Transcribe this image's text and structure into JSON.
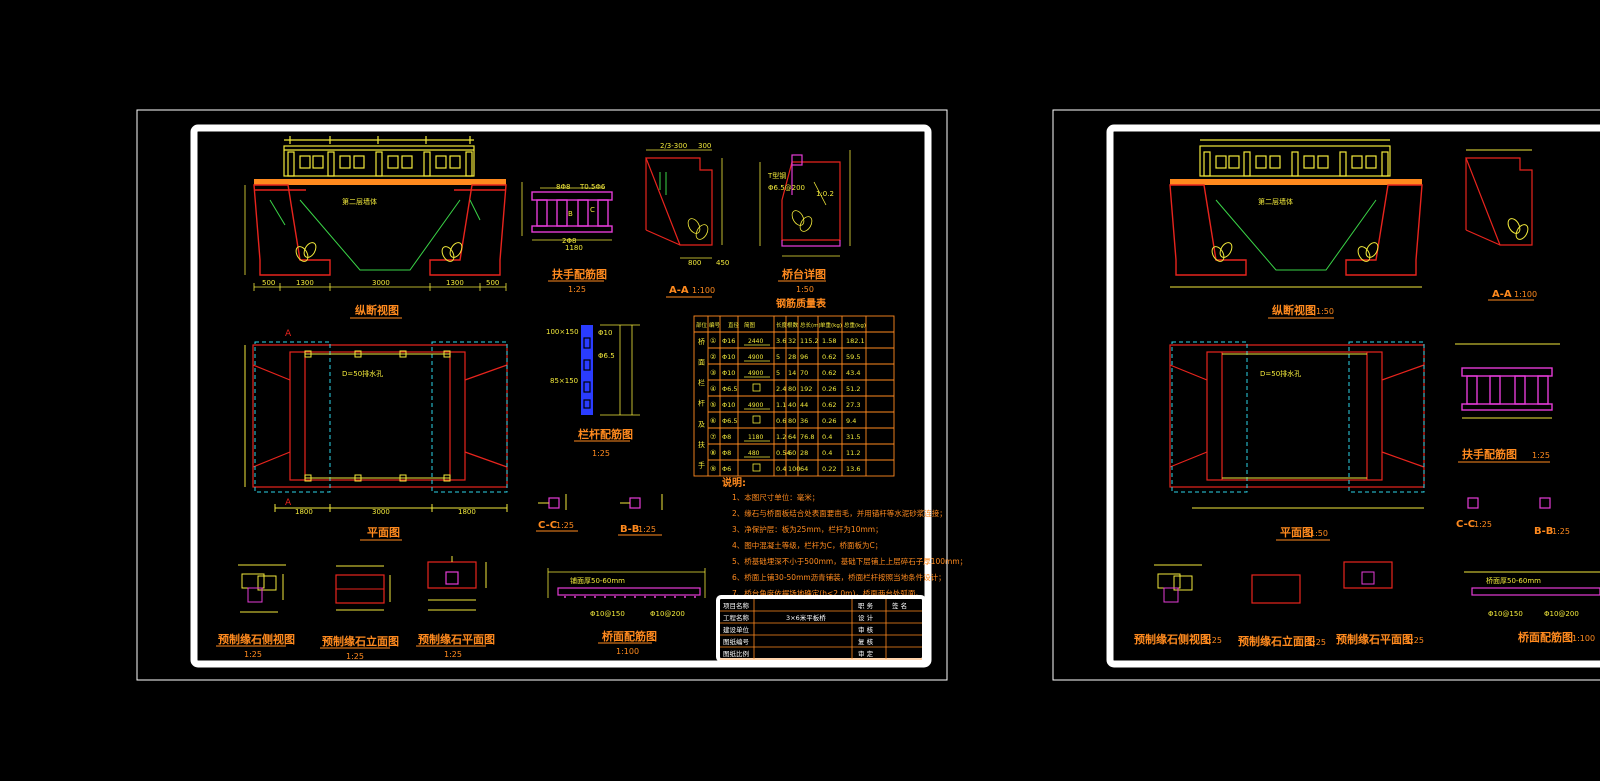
{
  "colors": {
    "bg": "#000000",
    "frame": "#ffffff",
    "red": "#e8241d",
    "yellow": "#f2e93b",
    "orange": "#ff8a1e",
    "green": "#3ad447",
    "cyan": "#2bd4e8",
    "magenta": "#e43bd6",
    "blue": "#2a3cff"
  },
  "sheet1": {
    "views": {
      "longitudinal": {
        "title": "纵断视图",
        "note": "第二层墙体",
        "dims": [
          "500",
          "1300",
          "3000",
          "1300",
          "500"
        ]
      },
      "plan": {
        "title": "平面图",
        "mark": "A",
        "note": "D=50排水孔",
        "dims": [
          "1800",
          "3000",
          "1800"
        ]
      },
      "handrail": {
        "title": "扶手配筋图",
        "scale": "1:25",
        "labels": [
          "8Φ8",
          "T0.5Φ6",
          "2Φ8",
          "B",
          "C",
          "1180"
        ]
      },
      "aa": {
        "title": "A-A",
        "scale": "1:100",
        "dims": [
          "2/3-300",
          "300",
          "800",
          "450"
        ]
      },
      "abutment": {
        "title": "桥台详图",
        "scale": "1:50",
        "labels": [
          "T型钢",
          "Φ6.5@200",
          "1:0.2"
        ]
      },
      "rail": {
        "title": "栏杆配筋图",
        "scale": "1:25",
        "labels": [
          "100×150",
          "Φ10",
          "Φ6.5",
          "85×150"
        ]
      },
      "cc": {
        "title": "C-C",
        "scale": "1:25"
      },
      "bb": {
        "title": "B-B",
        "scale": "1:25"
      },
      "deck": {
        "title": "桥面配筋图",
        "scale": "1:100",
        "labels": [
          "铺面厚50-60mm",
          "Φ10@150",
          "Φ10@200"
        ]
      },
      "curb_side": {
        "title": "预制缘石侧视图",
        "scale": "1:25"
      },
      "curb_elev": {
        "title": "预制缘石立面图",
        "scale": "1:25"
      },
      "curb_plan": {
        "title": "预制缘石平面图",
        "scale": "1:25"
      }
    },
    "rebar_table": {
      "title": "钢筋质量表",
      "headers": [
        "部位",
        "编号",
        "直径",
        "简图",
        "长度",
        "根数",
        "总长(m)",
        "单重(kg)",
        "总重(kg)"
      ],
      "side_labels": [
        "桥",
        "面",
        "栏",
        "杆",
        "及",
        "扶",
        "手"
      ],
      "rows": [
        [
          "①",
          "Φ16",
          "2440",
          "3.6",
          "32",
          "115.2",
          "1.58",
          "182.1"
        ],
        [
          "②",
          "Φ10",
          "4900",
          "5",
          "28",
          "96",
          "0.62",
          "59.5"
        ],
        [
          "③",
          "Φ10",
          "4900",
          "5",
          "14",
          "70",
          "0.62",
          "43.4"
        ],
        [
          "④",
          "Φ6.5",
          "",
          "2.4",
          "80",
          "192",
          "0.26",
          "51.2"
        ],
        [
          "⑤",
          "Φ10",
          "4900",
          "1.1",
          "40",
          "44",
          "0.62",
          "27.3"
        ],
        [
          "⑥",
          "Φ6.5",
          "",
          "0.6",
          "80",
          "36",
          "0.26",
          "9.4"
        ],
        [
          "⑦",
          "Φ8",
          "1180",
          "1.2",
          "64",
          "76.8",
          "0.4",
          "31.5"
        ],
        [
          "⑧",
          "Φ8",
          "480",
          "0.54",
          "60",
          "28",
          "0.4",
          "11.2"
        ],
        [
          "⑨",
          "Φ6",
          "",
          "0.4",
          "100",
          "64",
          "0.22",
          "13.6"
        ]
      ]
    },
    "notes": {
      "heading": "说明:",
      "items": [
        "1、本图尺寸单位：毫米；",
        "2、缘石与桥面板结合处表面要凿毛，并用锚杆等水泥砂浆连接；",
        "3、净保护层：板为25mm，栏杆为10mm；",
        "4、图中混凝土等级，栏杆为C，桥面板为C；",
        "5、桥基础埋深不小于500mm，基础下层铺上上层碎石子厚100mm；",
        "6、桥面上铺30-50mm沥青铺装，桥面栏杆按照当地条件设计；",
        "7、桥台角度依据场地确定(h<2.0m)，桥面两台处弧面。"
      ]
    },
    "title_block": {
      "rows": [
        [
          "项目名称",
          "",
          "职 务",
          "签 名"
        ],
        [
          "工程名称",
          "3×6米平板桥",
          "设 计",
          ""
        ],
        [
          "建设单位",
          "",
          "审 核",
          ""
        ],
        [
          "图纸编号",
          "",
          "复 核",
          ""
        ],
        [
          "图纸比例",
          "",
          "审 定",
          ""
        ]
      ]
    }
  },
  "sheet2": {
    "views": {
      "longitudinal": {
        "title": "纵断视图",
        "scale": "1:50",
        "note": "第二层墙体"
      },
      "plan": {
        "title": "平面图",
        "scale": "1:50",
        "note": "D=50排水孔"
      },
      "aa": {
        "title": "A-A",
        "scale": "1:100"
      },
      "handrail": {
        "title": "扶手配筋图",
        "scale": "1:25"
      },
      "cc": {
        "title": "C-C",
        "scale": "1:25"
      },
      "bb": {
        "title": "B-B",
        "scale": "1:25"
      },
      "deck": {
        "title": "桥面配筋图",
        "scale": "1:100",
        "labels": [
          "桥面厚50-60mm",
          "Φ10@150",
          "Φ10@200"
        ]
      },
      "curb_side": {
        "title": "预制缘石侧视图",
        "scale": "1:25"
      },
      "curb_elev": {
        "title": "预制缘石立面图",
        "scale": "1:25"
      },
      "curb_plan": {
        "title": "预制缘石平面图",
        "scale": "1:25"
      }
    }
  }
}
